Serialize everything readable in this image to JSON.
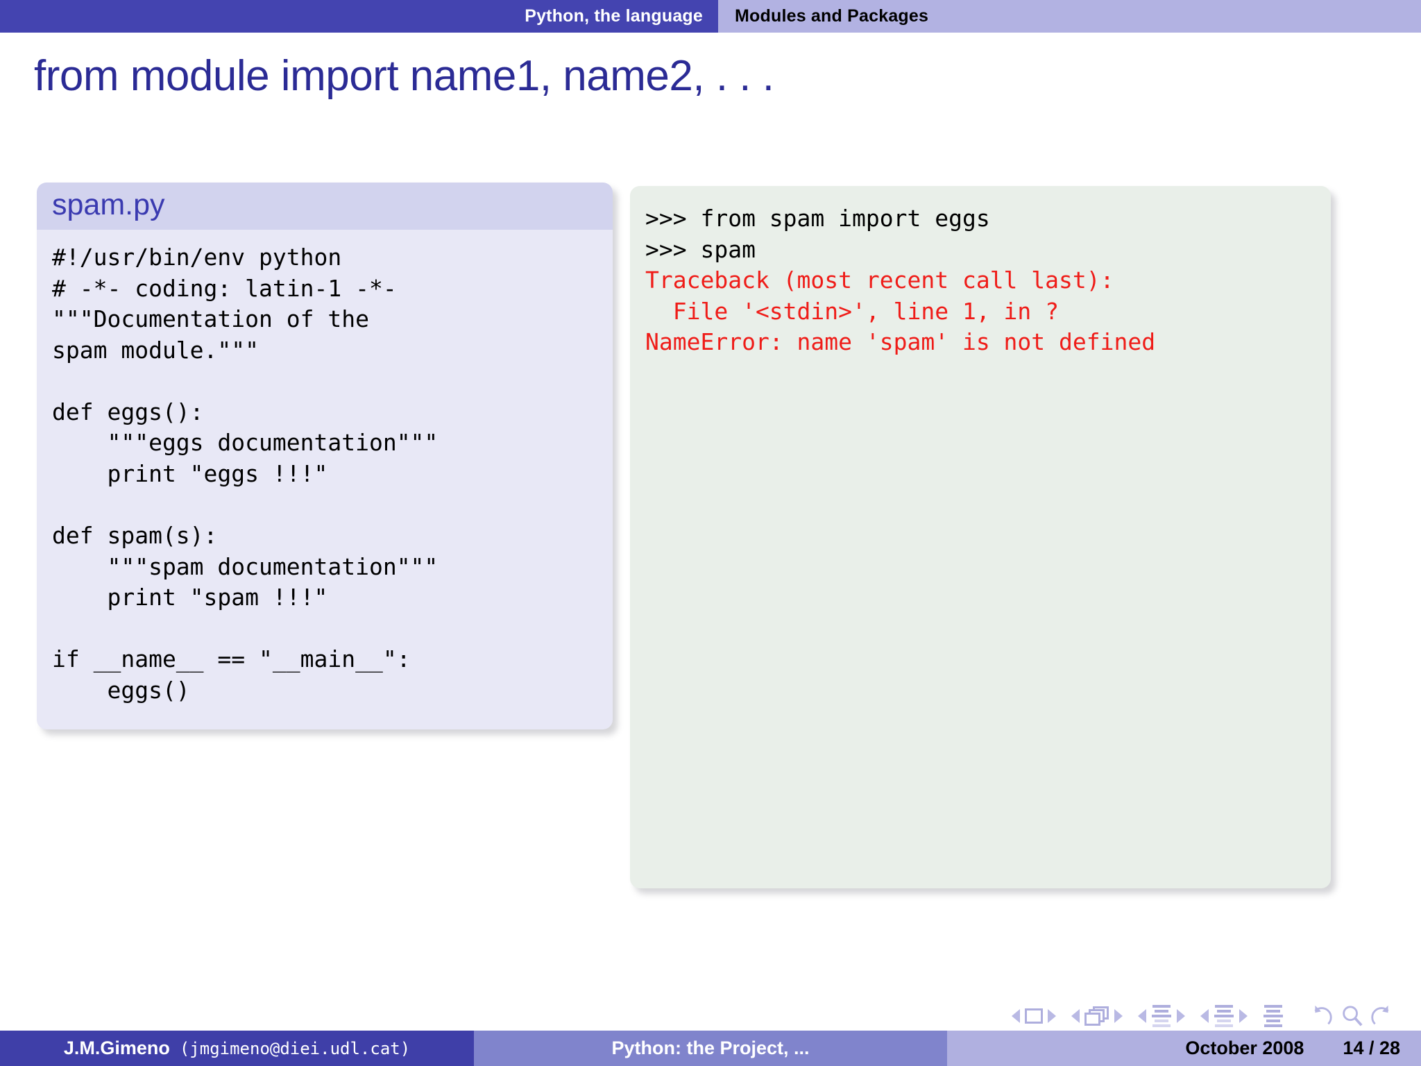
{
  "header": {
    "section": "Python, the language",
    "subsection": "Modules and Packages"
  },
  "title": "from module import name1, name2, . . .",
  "left_block": {
    "title": "spam.py",
    "code": "#!/usr/bin/env python\n# -*- coding: latin-1 -*-\n\"\"\"Documentation of the\nspam module.\"\"\"\n\ndef eggs():\n    \"\"\"eggs documentation\"\"\"\n    print \"eggs !!!\"\n\ndef spam(s):\n    \"\"\"spam documentation\"\"\"\n    print \"spam !!!\"\n\nif __name__ == \"__main__\":\n    eggs()"
  },
  "right_block": {
    "lines": [
      {
        "text": ">>> from spam import eggs",
        "color": "black"
      },
      {
        "text": ">>> spam",
        "color": "black"
      },
      {
        "text": "Traceback (most recent call last):",
        "color": "red"
      },
      {
        "text": "  File '<stdin>', line 1, in ?",
        "color": "red"
      },
      {
        "text": "NameError: name 'spam' is not defined",
        "color": "red"
      }
    ],
    "prompt": ">>>",
    "error_color": "#ef1c18"
  },
  "navigation": {
    "items": [
      "prev-slide-arrow",
      "slide-icon",
      "next-slide-arrow",
      "prev-frame-arrow",
      "frames-icon",
      "next-frame-arrow",
      "prev-subsection-arrow",
      "subsection-icon",
      "next-subsection-arrow",
      "prev-section-arrow",
      "section-icon",
      "next-section-arrow",
      "presentation-icon",
      "back-icon",
      "search-icon",
      "forward-icon"
    ]
  },
  "footer": {
    "author": "J.M.Gimeno",
    "email": "(jmgimeno@diei.udl.cat)",
    "title": "Python: the Project, ...",
    "date": "October 2008",
    "page": "14 / 28"
  },
  "colors": {
    "header_active": "#4444b0",
    "header_current": "#b2b2e2",
    "title_blue": "#2b2b95",
    "block_left_head": "#d2d3ee",
    "block_left_body": "#e8e8f6",
    "block_right_body": "#e9efe9",
    "error_red": "#ef1c18",
    "footer_dark": "#3f3fa8",
    "footer_mid": "#8084cc",
    "footer_light": "#b0b0e0"
  }
}
